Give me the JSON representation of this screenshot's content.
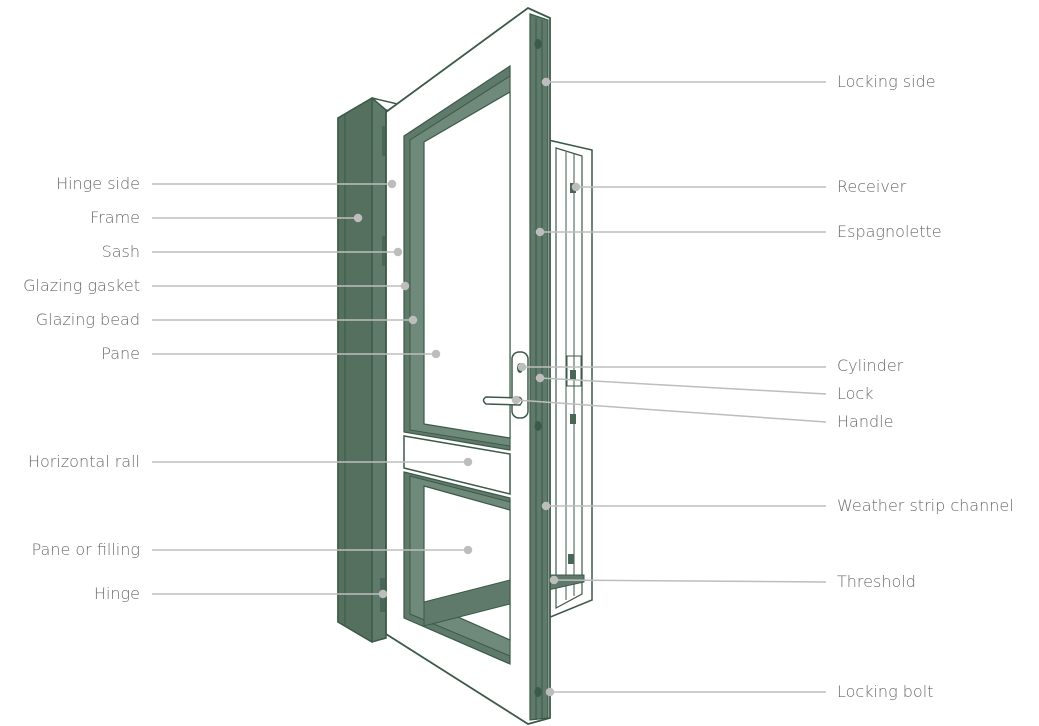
{
  "colors": {
    "frame_green": "#5f7a6a",
    "frame_dark": "#4a6656",
    "outline": "#3b5a48",
    "leader_line": "#bdbdbd",
    "label_text": "#6a6a6a",
    "background": "#ffffff"
  },
  "labels_left": [
    "Hinge side",
    "Frame",
    "Sash",
    "Glazing gasket",
    "Glazing bead",
    "Pane",
    "Horizontal rall",
    "Pane or filling",
    "Hinge"
  ],
  "labels_right": [
    "Locking side",
    "Receiver",
    "Espagnolette",
    "Cylinder",
    "Lock",
    "Handle",
    "Weather strip channel",
    "Threshold",
    "Locking bolt"
  ]
}
